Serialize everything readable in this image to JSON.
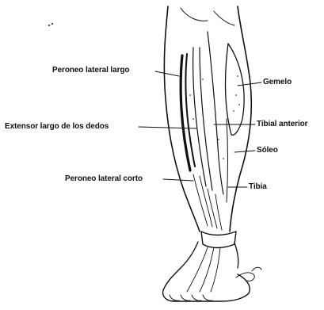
{
  "diagram": {
    "labels": {
      "peroneo_lateral_largo": "Peroneo lateral largo",
      "gemelo": "Gemelo",
      "extensor_largo_dedos": "Extensor largo de los dedos",
      "tibial_anterior": "Tibial anterior",
      "soleo": "Sóleo",
      "peroneo_lateral_corto": "Peroneo lateral corto",
      "tibia": "Tibia"
    },
    "colors": {
      "ink": "#111111",
      "background": "#ffffff"
    }
  }
}
